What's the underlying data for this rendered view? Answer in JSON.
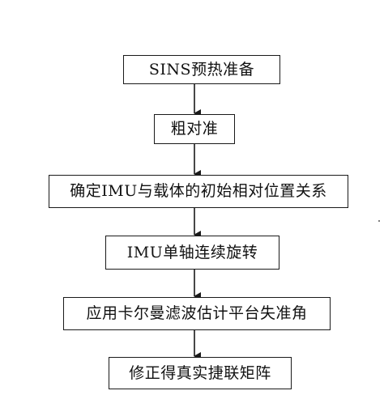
{
  "flowchart": {
    "steps": [
      "SINS预热准备",
      "粗对准",
      "确定IMU与载体的初始相对位置关系",
      "IMU单轴连续旋转",
      "应用卡尔曼滤波估计平台失准角",
      "修正得真实捷联矩阵"
    ],
    "colors": {
      "stroke": "#1a1a1a",
      "background": "#ffffff",
      "text": "#111111"
    }
  }
}
